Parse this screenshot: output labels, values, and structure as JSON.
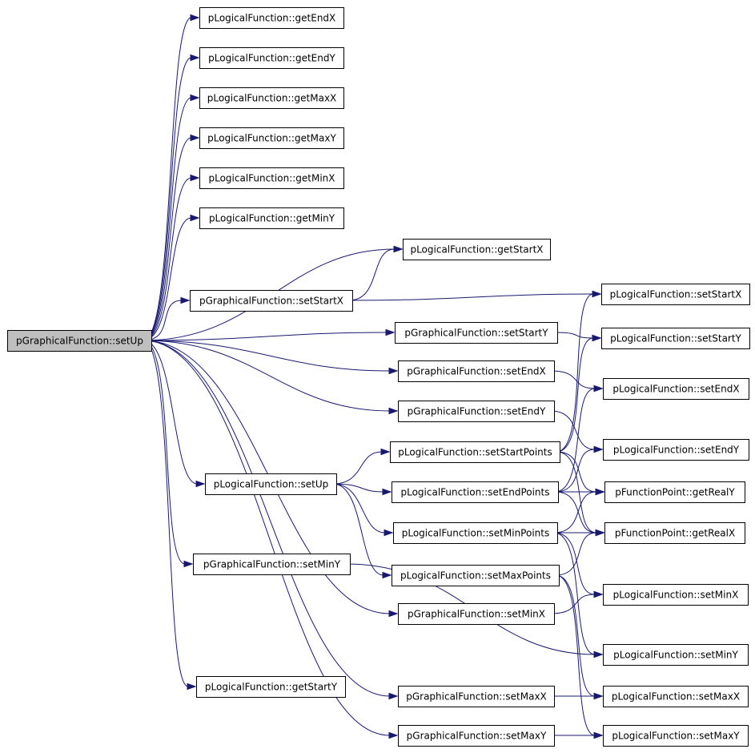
{
  "nodes": [
    {
      "id": "root",
      "label": "pGraphicalFunction::setUp",
      "root": true
    },
    {
      "id": "gEndX",
      "label": "pLogicalFunction::getEndX"
    },
    {
      "id": "gEndY",
      "label": "pLogicalFunction::getEndY"
    },
    {
      "id": "gMaxX",
      "label": "pLogicalFunction::getMaxX"
    },
    {
      "id": "gMaxY",
      "label": "pLogicalFunction::getMaxY"
    },
    {
      "id": "gMinX",
      "label": "pLogicalFunction::getMinX"
    },
    {
      "id": "gMinY",
      "label": "pLogicalFunction::getMinY"
    },
    {
      "id": "gStartX",
      "label": "pLogicalFunction::getStartX"
    },
    {
      "id": "gfSetStartX",
      "label": "pGraphicalFunction::setStartX"
    },
    {
      "id": "gfSetStartY",
      "label": "pGraphicalFunction::setStartY"
    },
    {
      "id": "gfSetEndX",
      "label": "pGraphicalFunction::setEndX"
    },
    {
      "id": "gfSetEndY",
      "label": "pGraphicalFunction::setEndY"
    },
    {
      "id": "lfSetUp",
      "label": "pLogicalFunction::setUp"
    },
    {
      "id": "lfSetStartPoints",
      "label": "pLogicalFunction::setStartPoints"
    },
    {
      "id": "lfSetEndPoints",
      "label": "pLogicalFunction::setEndPoints"
    },
    {
      "id": "lfSetMinPoints",
      "label": "pLogicalFunction::setMinPoints"
    },
    {
      "id": "lfSetMaxPoints",
      "label": "pLogicalFunction::setMaxPoints"
    },
    {
      "id": "gfSetMinY",
      "label": "pGraphicalFunction::setMinY"
    },
    {
      "id": "gfSetMinX",
      "label": "pGraphicalFunction::setMinX"
    },
    {
      "id": "gStartY",
      "label": "pLogicalFunction::getStartY"
    },
    {
      "id": "gfSetMaxX",
      "label": "pGraphicalFunction::setMaxX"
    },
    {
      "id": "gfSetMaxY",
      "label": "pGraphicalFunction::setMaxY"
    },
    {
      "id": "lfSetStartX",
      "label": "pLogicalFunction::setStartX"
    },
    {
      "id": "lfSetStartY",
      "label": "pLogicalFunction::setStartY"
    },
    {
      "id": "lfSetEndX",
      "label": "pLogicalFunction::setEndX"
    },
    {
      "id": "lfSetEndY",
      "label": "pLogicalFunction::setEndY"
    },
    {
      "id": "fpGetRealY",
      "label": "pFunctionPoint::getRealY"
    },
    {
      "id": "fpGetRealX",
      "label": "pFunctionPoint::getRealX"
    },
    {
      "id": "lfSetMinX",
      "label": "pLogicalFunction::setMinX"
    },
    {
      "id": "lfSetMinY",
      "label": "pLogicalFunction::setMinY"
    },
    {
      "id": "lfSetMaxX",
      "label": "pLogicalFunction::setMaxX"
    },
    {
      "id": "lfSetMaxY",
      "label": "pLogicalFunction::setMaxY"
    }
  ],
  "edges": [
    [
      "root",
      "gEndX"
    ],
    [
      "root",
      "gEndY"
    ],
    [
      "root",
      "gMaxX"
    ],
    [
      "root",
      "gMaxY"
    ],
    [
      "root",
      "gMinX"
    ],
    [
      "root",
      "gMinY"
    ],
    [
      "root",
      "gStartX"
    ],
    [
      "root",
      "gfSetStartX"
    ],
    [
      "root",
      "gfSetStartY"
    ],
    [
      "root",
      "gfSetEndX"
    ],
    [
      "root",
      "gfSetEndY"
    ],
    [
      "root",
      "lfSetUp"
    ],
    [
      "root",
      "gfSetMinY"
    ],
    [
      "root",
      "gfSetMinX"
    ],
    [
      "root",
      "gStartY"
    ],
    [
      "root",
      "gfSetMaxX"
    ],
    [
      "root",
      "gfSetMaxY"
    ],
    [
      "gfSetStartX",
      "gStartX"
    ],
    [
      "gfSetStartX",
      "lfSetStartX"
    ],
    [
      "gfSetStartY",
      "lfSetStartY"
    ],
    [
      "gfSetEndX",
      "lfSetEndX"
    ],
    [
      "gfSetEndY",
      "lfSetEndY"
    ],
    [
      "lfSetUp",
      "lfSetStartPoints"
    ],
    [
      "lfSetUp",
      "lfSetEndPoints"
    ],
    [
      "lfSetUp",
      "lfSetMinPoints"
    ],
    [
      "lfSetUp",
      "lfSetMaxPoints"
    ],
    [
      "lfSetStartPoints",
      "lfSetStartX"
    ],
    [
      "lfSetStartPoints",
      "lfSetStartY"
    ],
    [
      "lfSetStartPoints",
      "fpGetRealY"
    ],
    [
      "lfSetStartPoints",
      "fpGetRealX"
    ],
    [
      "lfSetEndPoints",
      "lfSetEndX"
    ],
    [
      "lfSetEndPoints",
      "lfSetEndY"
    ],
    [
      "lfSetEndPoints",
      "fpGetRealY"
    ],
    [
      "lfSetEndPoints",
      "fpGetRealX"
    ],
    [
      "lfSetMinPoints",
      "fpGetRealY"
    ],
    [
      "lfSetMinPoints",
      "fpGetRealX"
    ],
    [
      "lfSetMinPoints",
      "lfSetMinX"
    ],
    [
      "lfSetMinPoints",
      "lfSetMinY"
    ],
    [
      "lfSetMaxPoints",
      "fpGetRealX"
    ],
    [
      "lfSetMaxPoints",
      "lfSetMaxX"
    ],
    [
      "lfSetMaxPoints",
      "lfSetMaxY"
    ],
    [
      "gfSetMinY",
      "lfSetMinY"
    ],
    [
      "gfSetMinX",
      "lfSetMinX"
    ],
    [
      "gfSetMaxX",
      "lfSetMaxX"
    ],
    [
      "gfSetMaxY",
      "lfSetMaxY"
    ]
  ],
  "colors": {
    "edge": "#191970",
    "root_fill": "#bfbfbf",
    "node_fill": "#ffffff"
  }
}
